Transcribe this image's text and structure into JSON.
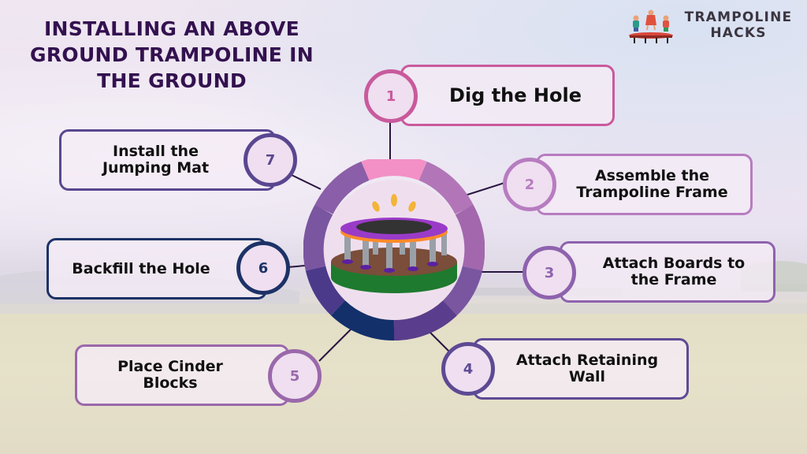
{
  "title": "INSTALLING AN ABOVE GROUND TRAMPOLINE IN THE GROUND",
  "logo": {
    "line1": "TRAMPOLINE",
    "line2": "HACKS",
    "icon": "kids-jumping-on-trampoline-icon"
  },
  "center": {
    "icon": "trampoline-icon",
    "ring_colors": [
      "#f390c6",
      "#b276b8",
      "#a367ad",
      "#7a55a0",
      "#4b3a8a",
      "#13306b",
      "#5a3d8c",
      "#8a5ea8"
    ]
  },
  "colors": {
    "title": "#33114f",
    "connector": "#2a1540",
    "step1": "#c95a9c",
    "step2": "#b77cc0",
    "step3": "#8e62ae",
    "step4": "#5d4a94",
    "step5": "#9a68ab",
    "step6": "#1c3266",
    "step7": "#5a4690"
  },
  "steps": [
    {
      "number": "1",
      "label": "Dig the Hole",
      "color": "#c95a9c"
    },
    {
      "number": "2",
      "label": "Assemble the Trampoline Frame",
      "color": "#b77cc0"
    },
    {
      "number": "3",
      "label": "Attach Boards to the Frame",
      "color": "#8e62ae"
    },
    {
      "number": "4",
      "label": "Attach Retaining Wall",
      "color": "#5d4a94"
    },
    {
      "number": "5",
      "label": "Place Cinder Blocks",
      "color": "#9a68ab"
    },
    {
      "number": "6",
      "label": "Backfill the Hole",
      "color": "#1c3266"
    },
    {
      "number": "7",
      "label": "Install the Jumping Mat",
      "color": "#5a4690"
    }
  ]
}
